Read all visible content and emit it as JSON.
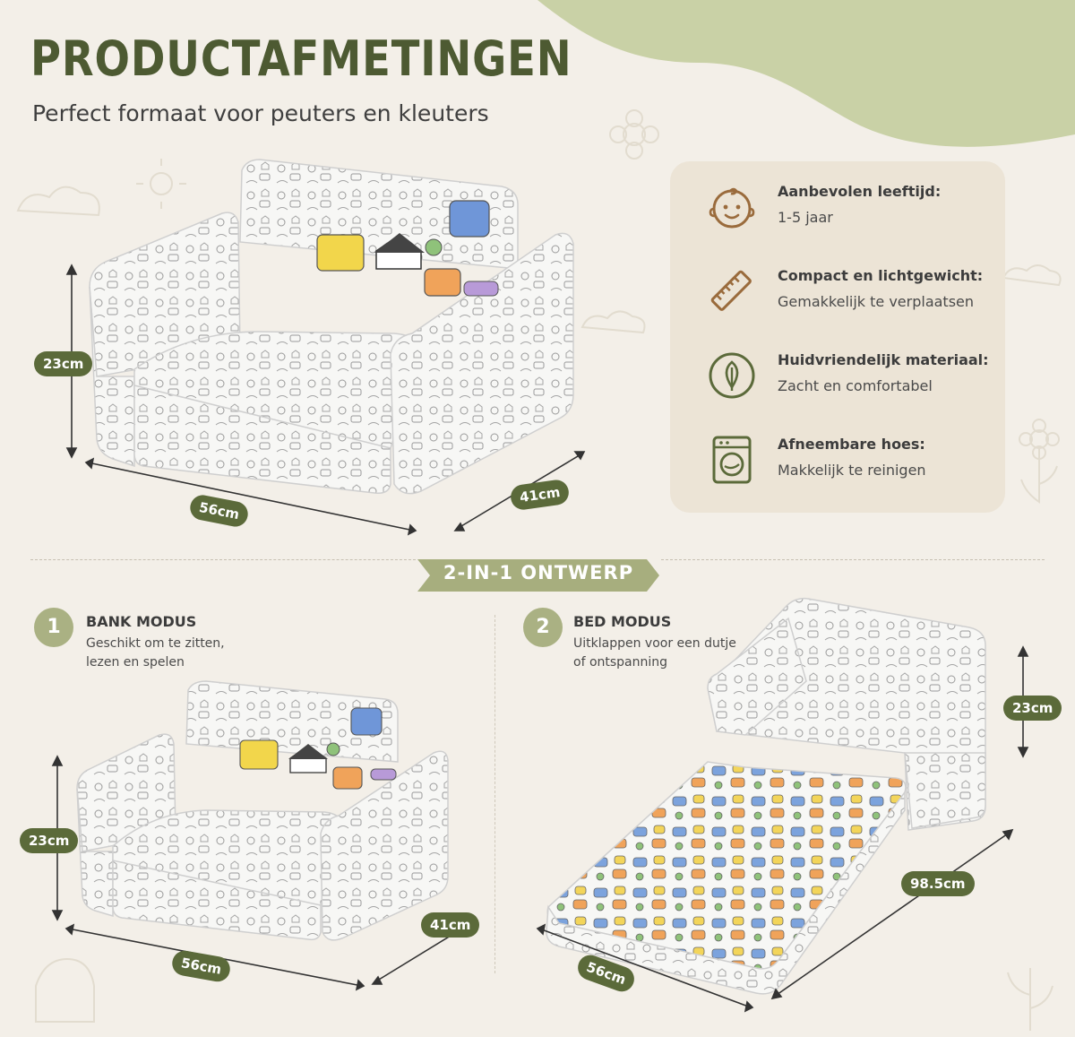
{
  "title": "PRODUCTAFMETINGEN",
  "subtitle": "Perfect formaat voor peuters en kleuters",
  "features": [
    {
      "icon": "baby-face-icon",
      "title": "Aanbevolen leeftijd:",
      "desc": "1-5 jaar"
    },
    {
      "icon": "ruler-icon",
      "title": "Compact en lichtgewicht:",
      "desc": "Gemakkelijk te verplaatsen"
    },
    {
      "icon": "leaf-icon",
      "title": "Huidvriendelijk materiaal:",
      "desc": "Zacht en comfortabel"
    },
    {
      "icon": "washing-machine-icon",
      "title": "Afneembare hoes:",
      "desc": "Makkelijk te reinigen"
    }
  ],
  "main_dimensions": {
    "height": "23cm",
    "width": "56cm",
    "depth": "41cm"
  },
  "section_banner": "2-IN-1 ONTWERP",
  "modes": [
    {
      "number": "1",
      "title": "BANK MODUS",
      "desc": "Geschikt om te zitten, lezen en spelen",
      "dimensions": {
        "height": "23cm",
        "width": "56cm",
        "depth": "41cm"
      }
    },
    {
      "number": "2",
      "title": "BED MODUS",
      "desc": "Uitklappen voor een dutje of ontspanning",
      "dimensions": {
        "height": "23cm",
        "width": "56cm",
        "length": "98.5cm"
      }
    }
  ],
  "colors": {
    "background": "#f3efe8",
    "accent_green": "#5b6a3a",
    "light_green": "#c9d1a6",
    "card": "#ece4d6",
    "icon_brown": "#9a6b3c"
  }
}
